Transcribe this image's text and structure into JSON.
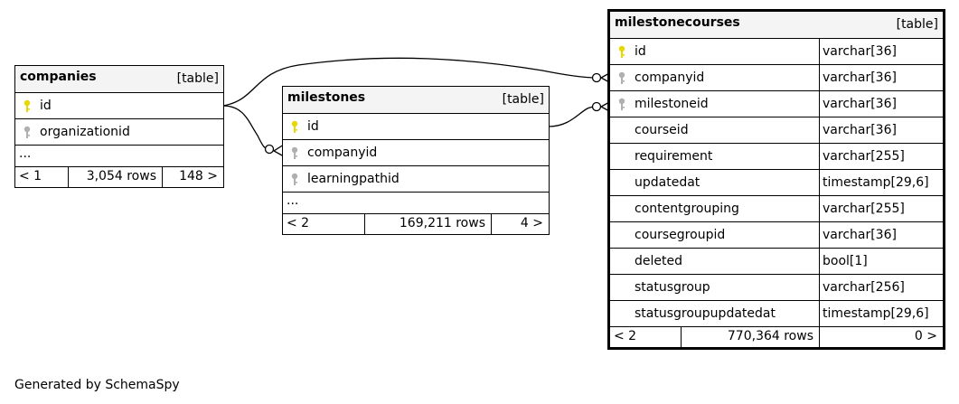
{
  "footer_text": "Generated by SchemaSpy",
  "colors": {
    "primary_key": "#e6d800",
    "foreign_key": "#b0b0b0",
    "header_bg": "#f4f4f4"
  },
  "tables": {
    "companies": {
      "name": "companies",
      "kind": "[table]",
      "columns": [
        {
          "name": "id",
          "icon": "primary-key-icon"
        },
        {
          "name": "organizationid",
          "icon": "foreign-key-icon"
        }
      ],
      "ellipsis": "...",
      "footer": {
        "prev": "< 1",
        "rows": "3,054 rows",
        "next": "148 >"
      }
    },
    "milestones": {
      "name": "milestones",
      "kind": "[table]",
      "columns": [
        {
          "name": "id",
          "icon": "primary-key-icon"
        },
        {
          "name": "companyid",
          "icon": "foreign-key-icon"
        },
        {
          "name": "learningpathid",
          "icon": "foreign-key-icon"
        }
      ],
      "ellipsis": "...",
      "footer": {
        "prev": "< 2",
        "rows": "169,211 rows",
        "next": "4 >"
      }
    },
    "milestonecourses": {
      "name": "milestonecourses",
      "kind": "[table]",
      "columns": [
        {
          "name": "id",
          "type": "varchar[36]",
          "icon": "primary-key-icon"
        },
        {
          "name": "companyid",
          "type": "varchar[36]",
          "icon": "foreign-key-icon"
        },
        {
          "name": "milestoneid",
          "type": "varchar[36]",
          "icon": "foreign-key-icon"
        },
        {
          "name": "courseid",
          "type": "varchar[36]"
        },
        {
          "name": "requirement",
          "type": "varchar[255]"
        },
        {
          "name": "updatedat",
          "type": "timestamp[29,6]"
        },
        {
          "name": "contentgrouping",
          "type": "varchar[255]"
        },
        {
          "name": "coursegroupid",
          "type": "varchar[36]"
        },
        {
          "name": "deleted",
          "type": "bool[1]"
        },
        {
          "name": "statusgroup",
          "type": "varchar[256]"
        },
        {
          "name": "statusgroupupdatedat",
          "type": "timestamp[29,6]"
        }
      ],
      "footer": {
        "prev": "< 2",
        "rows": "770,364 rows",
        "next": "0 >"
      }
    }
  }
}
